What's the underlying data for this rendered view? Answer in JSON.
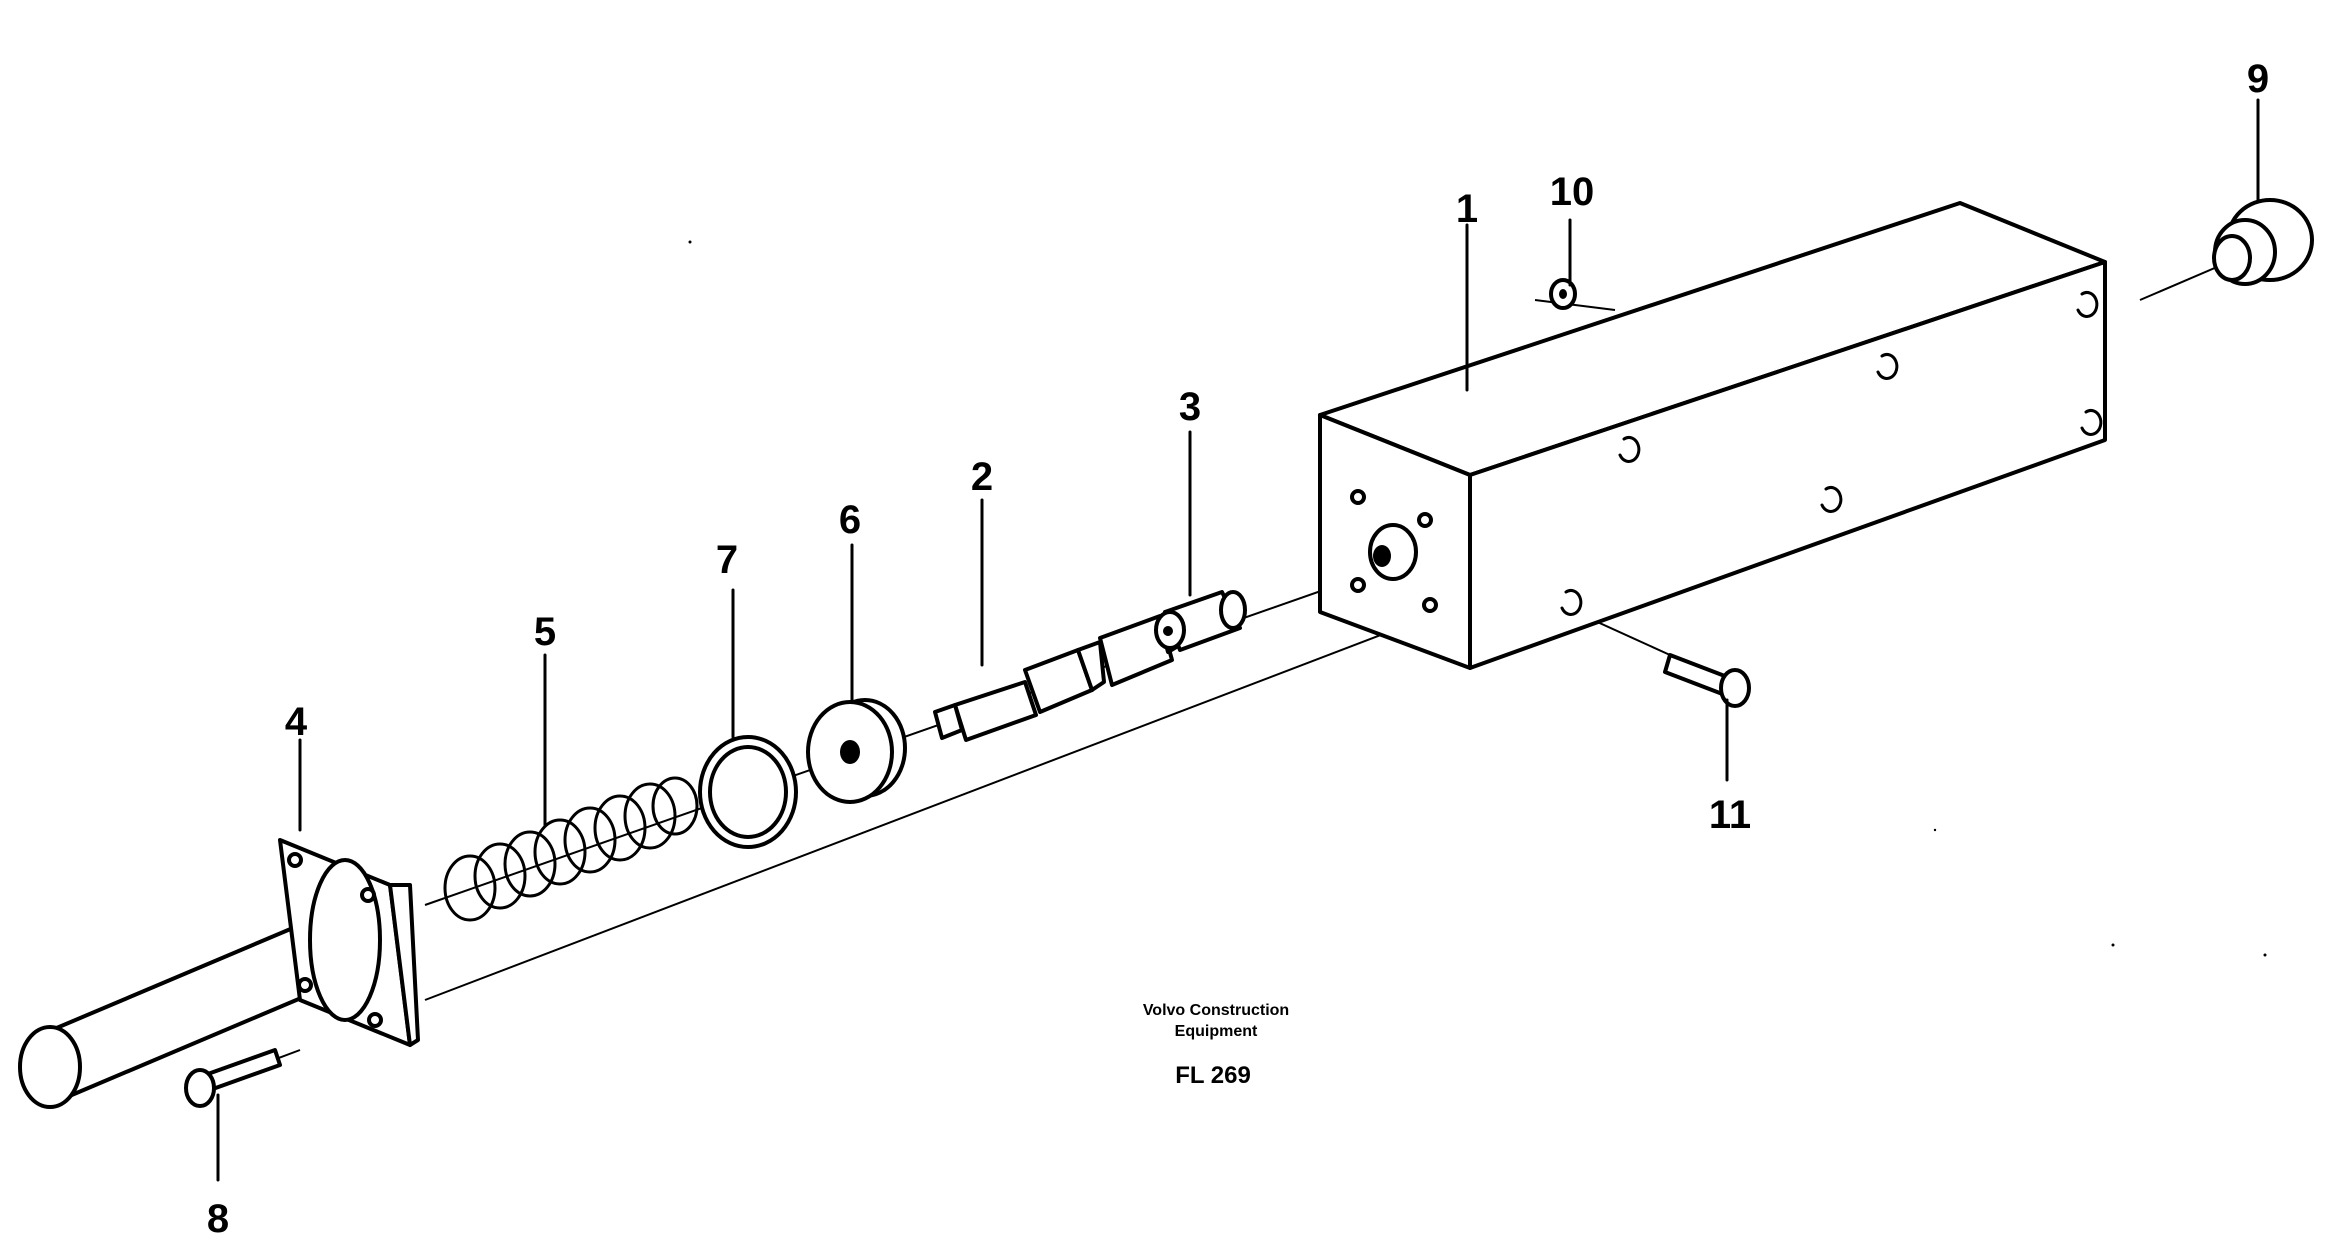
{
  "figure": {
    "caption_line1": "Volvo Construction",
    "caption_line2": "Equipment",
    "figure_code": "FL 269"
  },
  "callouts": [
    "1",
    "2",
    "3",
    "4",
    "5",
    "6",
    "7",
    "8",
    "9",
    "10",
    "11"
  ]
}
